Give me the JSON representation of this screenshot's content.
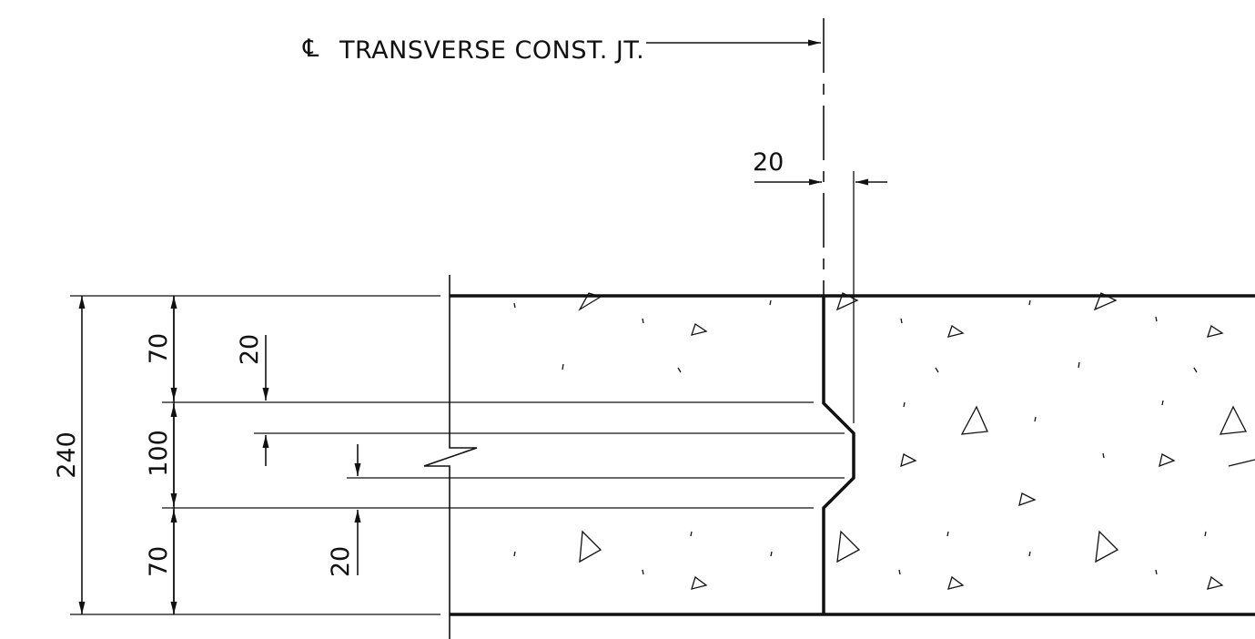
{
  "callout": {
    "symbol": "℄",
    "text": "TRANSVERSE CONST. JT."
  },
  "dimensions": {
    "total_depth": "240",
    "top_layer": "70",
    "middle_layer": "100",
    "bottom_layer": "70",
    "key_depth_top": "20",
    "key_depth_bottom": "20",
    "key_width": "20"
  },
  "colors": {
    "ink": "#111111",
    "background": "#ffffff"
  }
}
